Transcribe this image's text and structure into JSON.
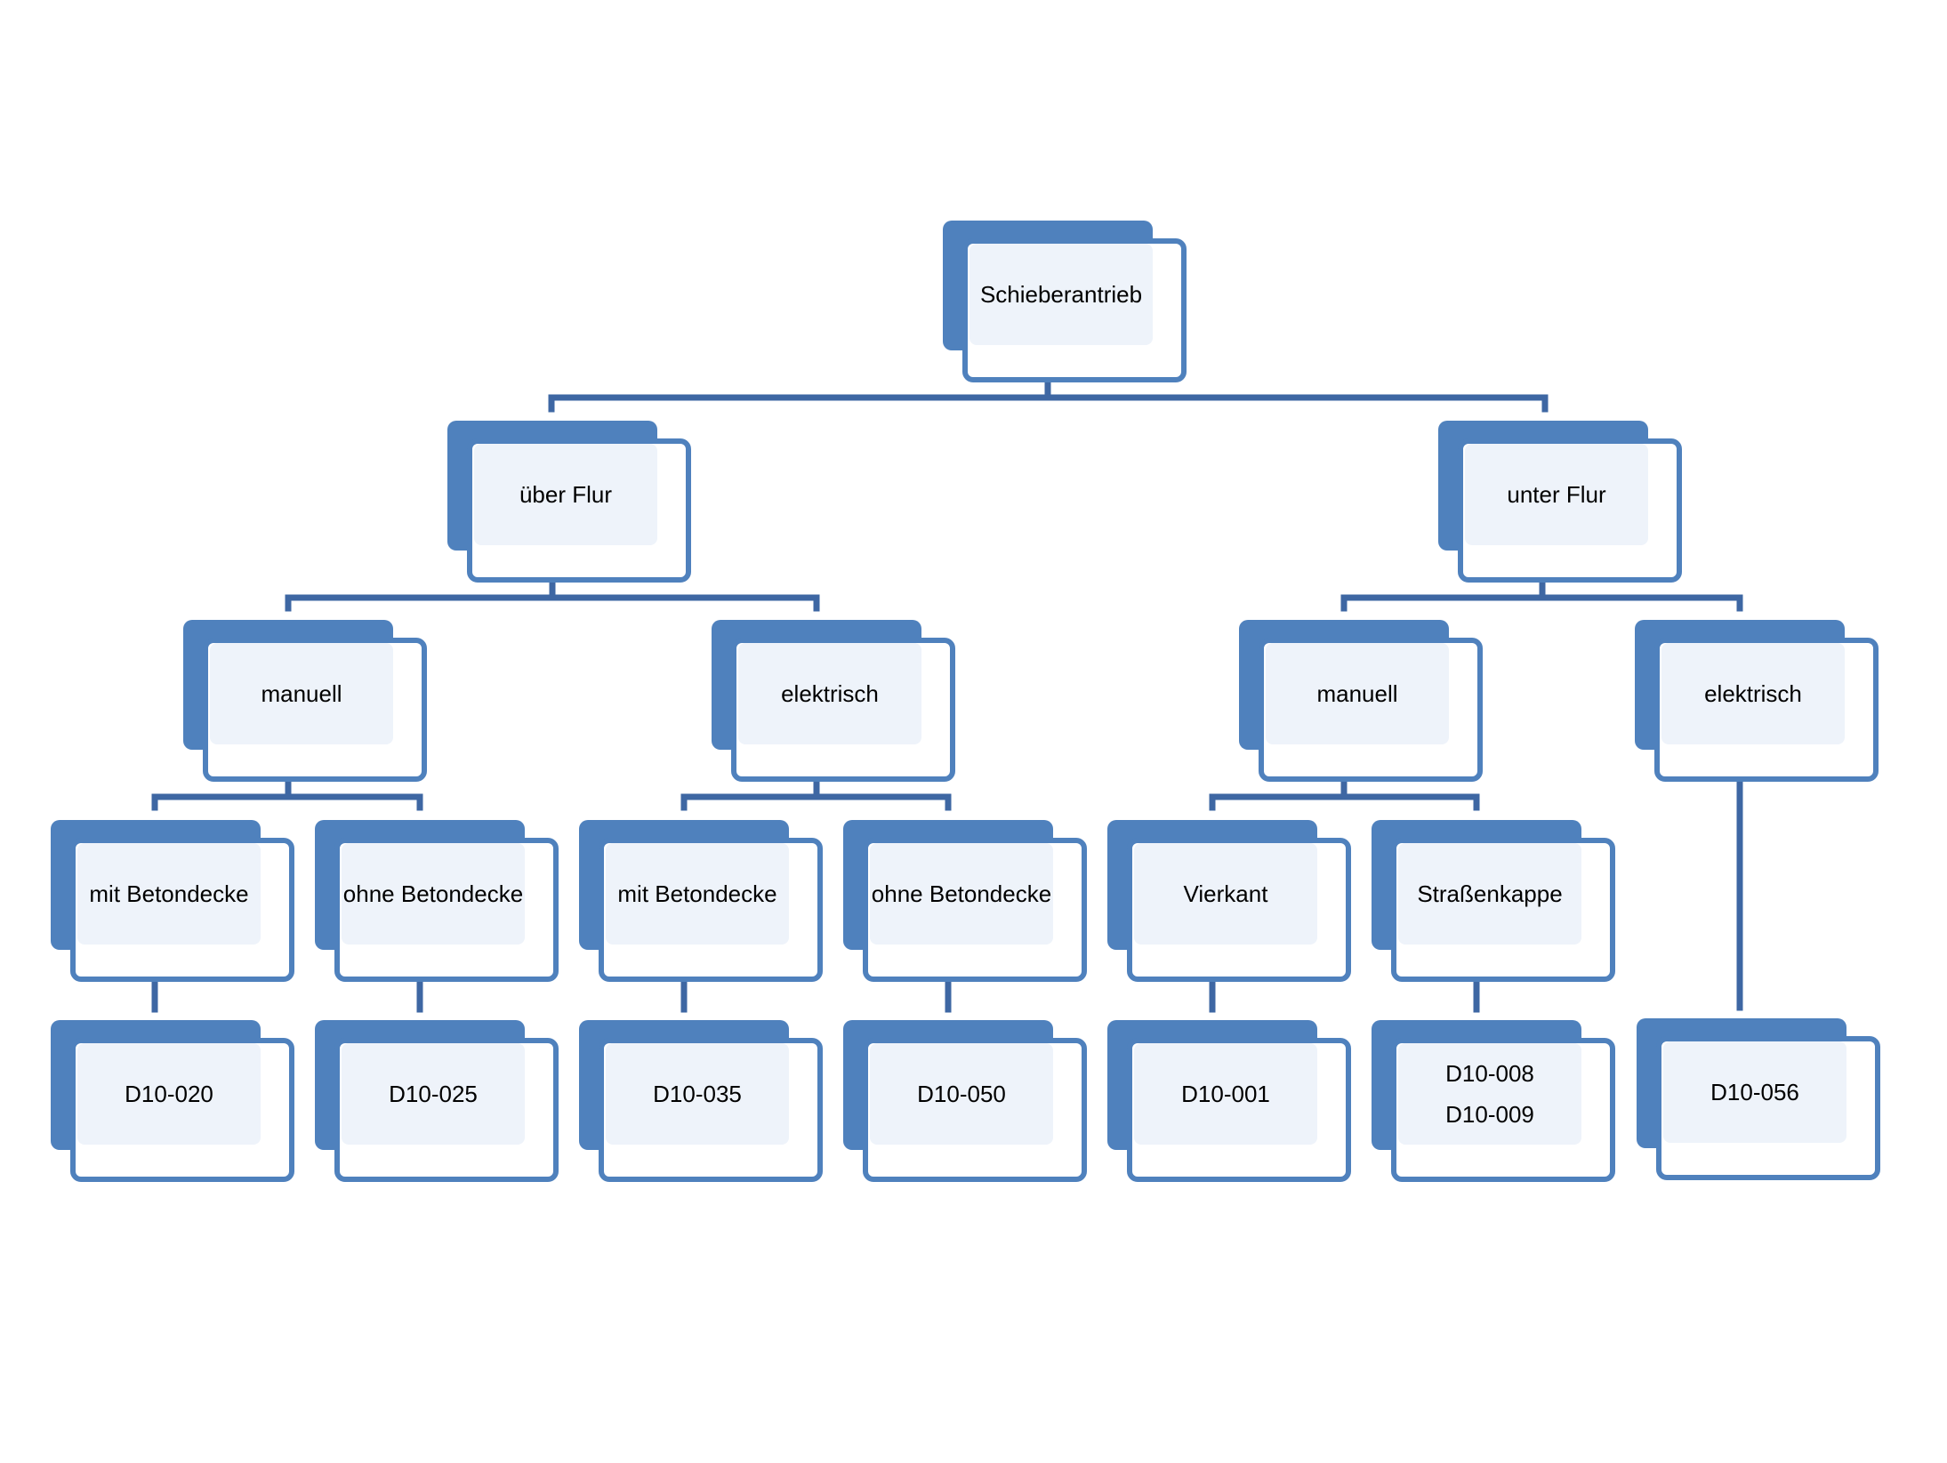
{
  "colors": {
    "accent": "#4f81bd",
    "connector": "#3e67a3",
    "fill": "#eef3fa"
  },
  "tree": {
    "root": "Schieberantrieb",
    "level1": [
      "über Flur",
      "unter Flur"
    ],
    "level2": [
      "manuell",
      "elektrisch",
      "manuell",
      "elektrisch"
    ],
    "level3": [
      "mit Betondecke",
      "ohne Betondecke",
      "mit Betondecke",
      "ohne Betondecke",
      "Vierkant",
      "Straßenkappe"
    ],
    "codes": [
      "D10-020",
      "D10-025",
      "D10-035",
      "D10-050",
      "D10-001",
      "D10-008",
      "D10-009",
      "D10-056"
    ]
  }
}
